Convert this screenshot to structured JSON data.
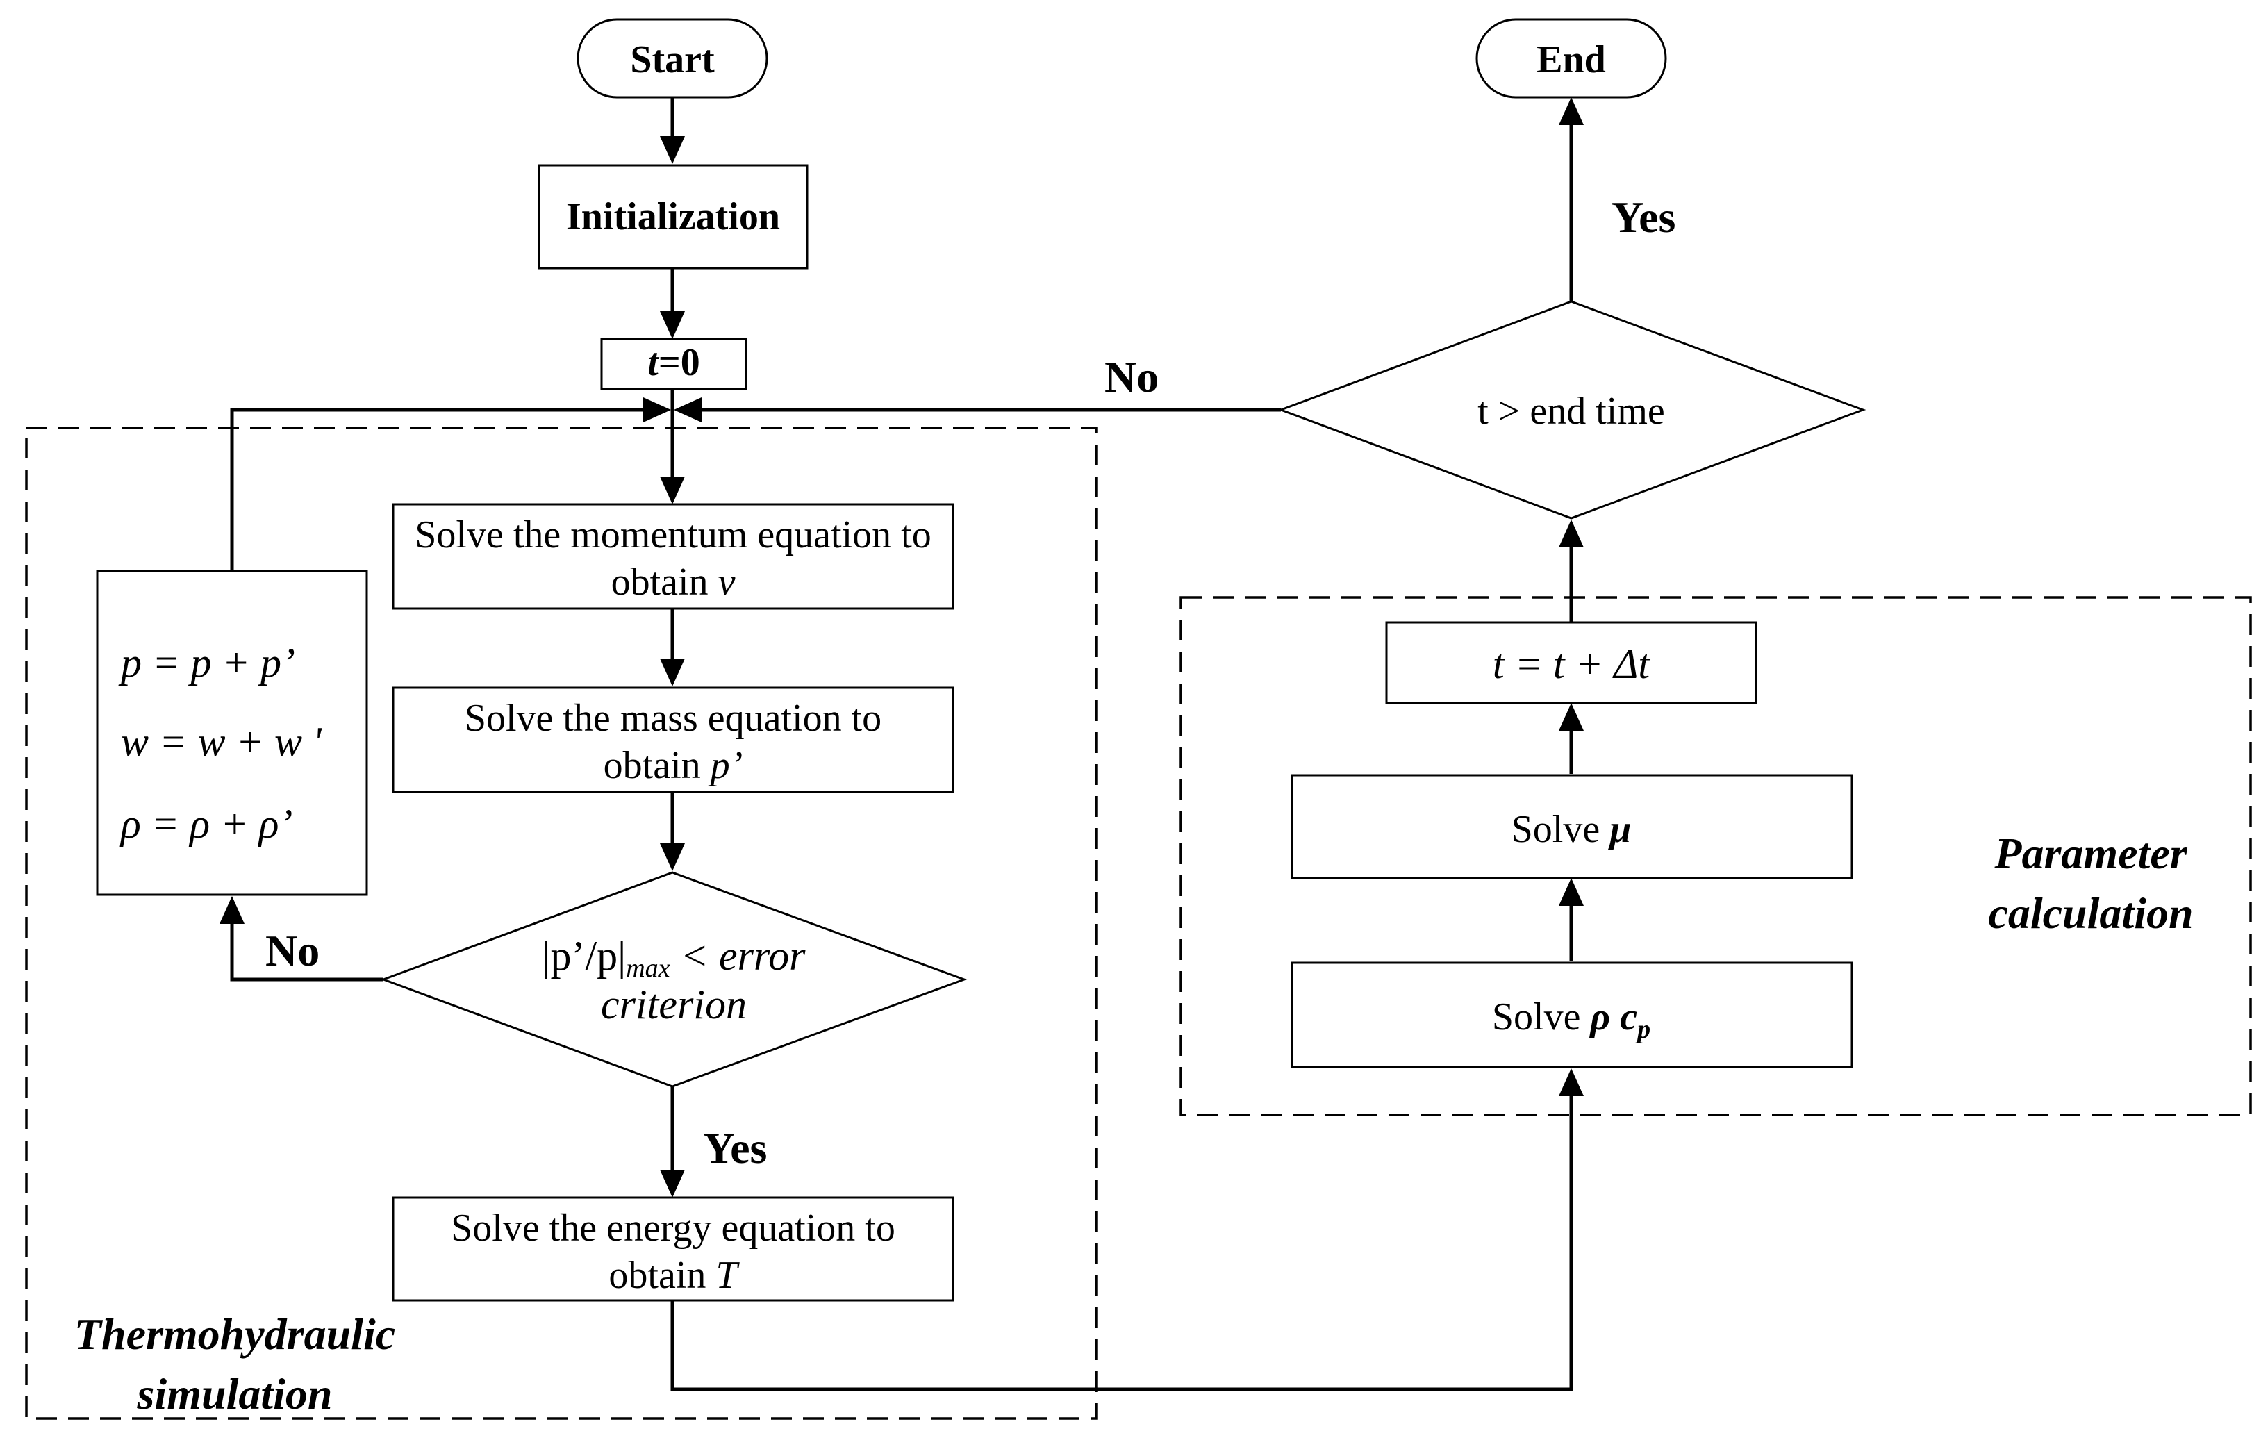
{
  "nodes": {
    "start": "Start",
    "end": "End",
    "init": "Initialization",
    "t0_t": "t",
    "t0_rest": "=0",
    "momentum_line1": "Solve the momentum equation to",
    "momentum_line2": "obtain ",
    "momentum_var": "v",
    "mass_line1": "Solve the mass equation to",
    "mass_line2": "obtain ",
    "mass_var": "p’",
    "energy_line1": "Solve the energy equation to",
    "energy_line2": "obtain ",
    "energy_var": "T",
    "update_p": "p  =  p  +  p’",
    "update_w": "w  =  w  +  w '",
    "update_rho": "ρ  =  ρ  +  ρ’",
    "conv_line1_a": "|p’/p|",
    "conv_line1_sub": "max",
    "conv_line1_b": " < error",
    "conv_line2": "criterion",
    "end_check": "t > end time",
    "time_step": "t = t + Δt",
    "solve_mu_word": "Solve ",
    "solve_mu_sym": "μ",
    "solve_rho_word": "Solve ",
    "solve_rho_sym": "ρ",
    "solve_cp_c": "c",
    "solve_cp_sub": "p"
  },
  "labels": {
    "yes_conv": "Yes",
    "no_conv": "No",
    "yes_end": "Yes",
    "no_end": "No"
  },
  "groups": {
    "thermo_line1": "Thermohydraulic",
    "thermo_line2": "simulation",
    "param_line1": "Parameter",
    "param_line2": "calculation"
  },
  "colors": {
    "stroke": "#000000",
    "background": "#ffffff"
  }
}
